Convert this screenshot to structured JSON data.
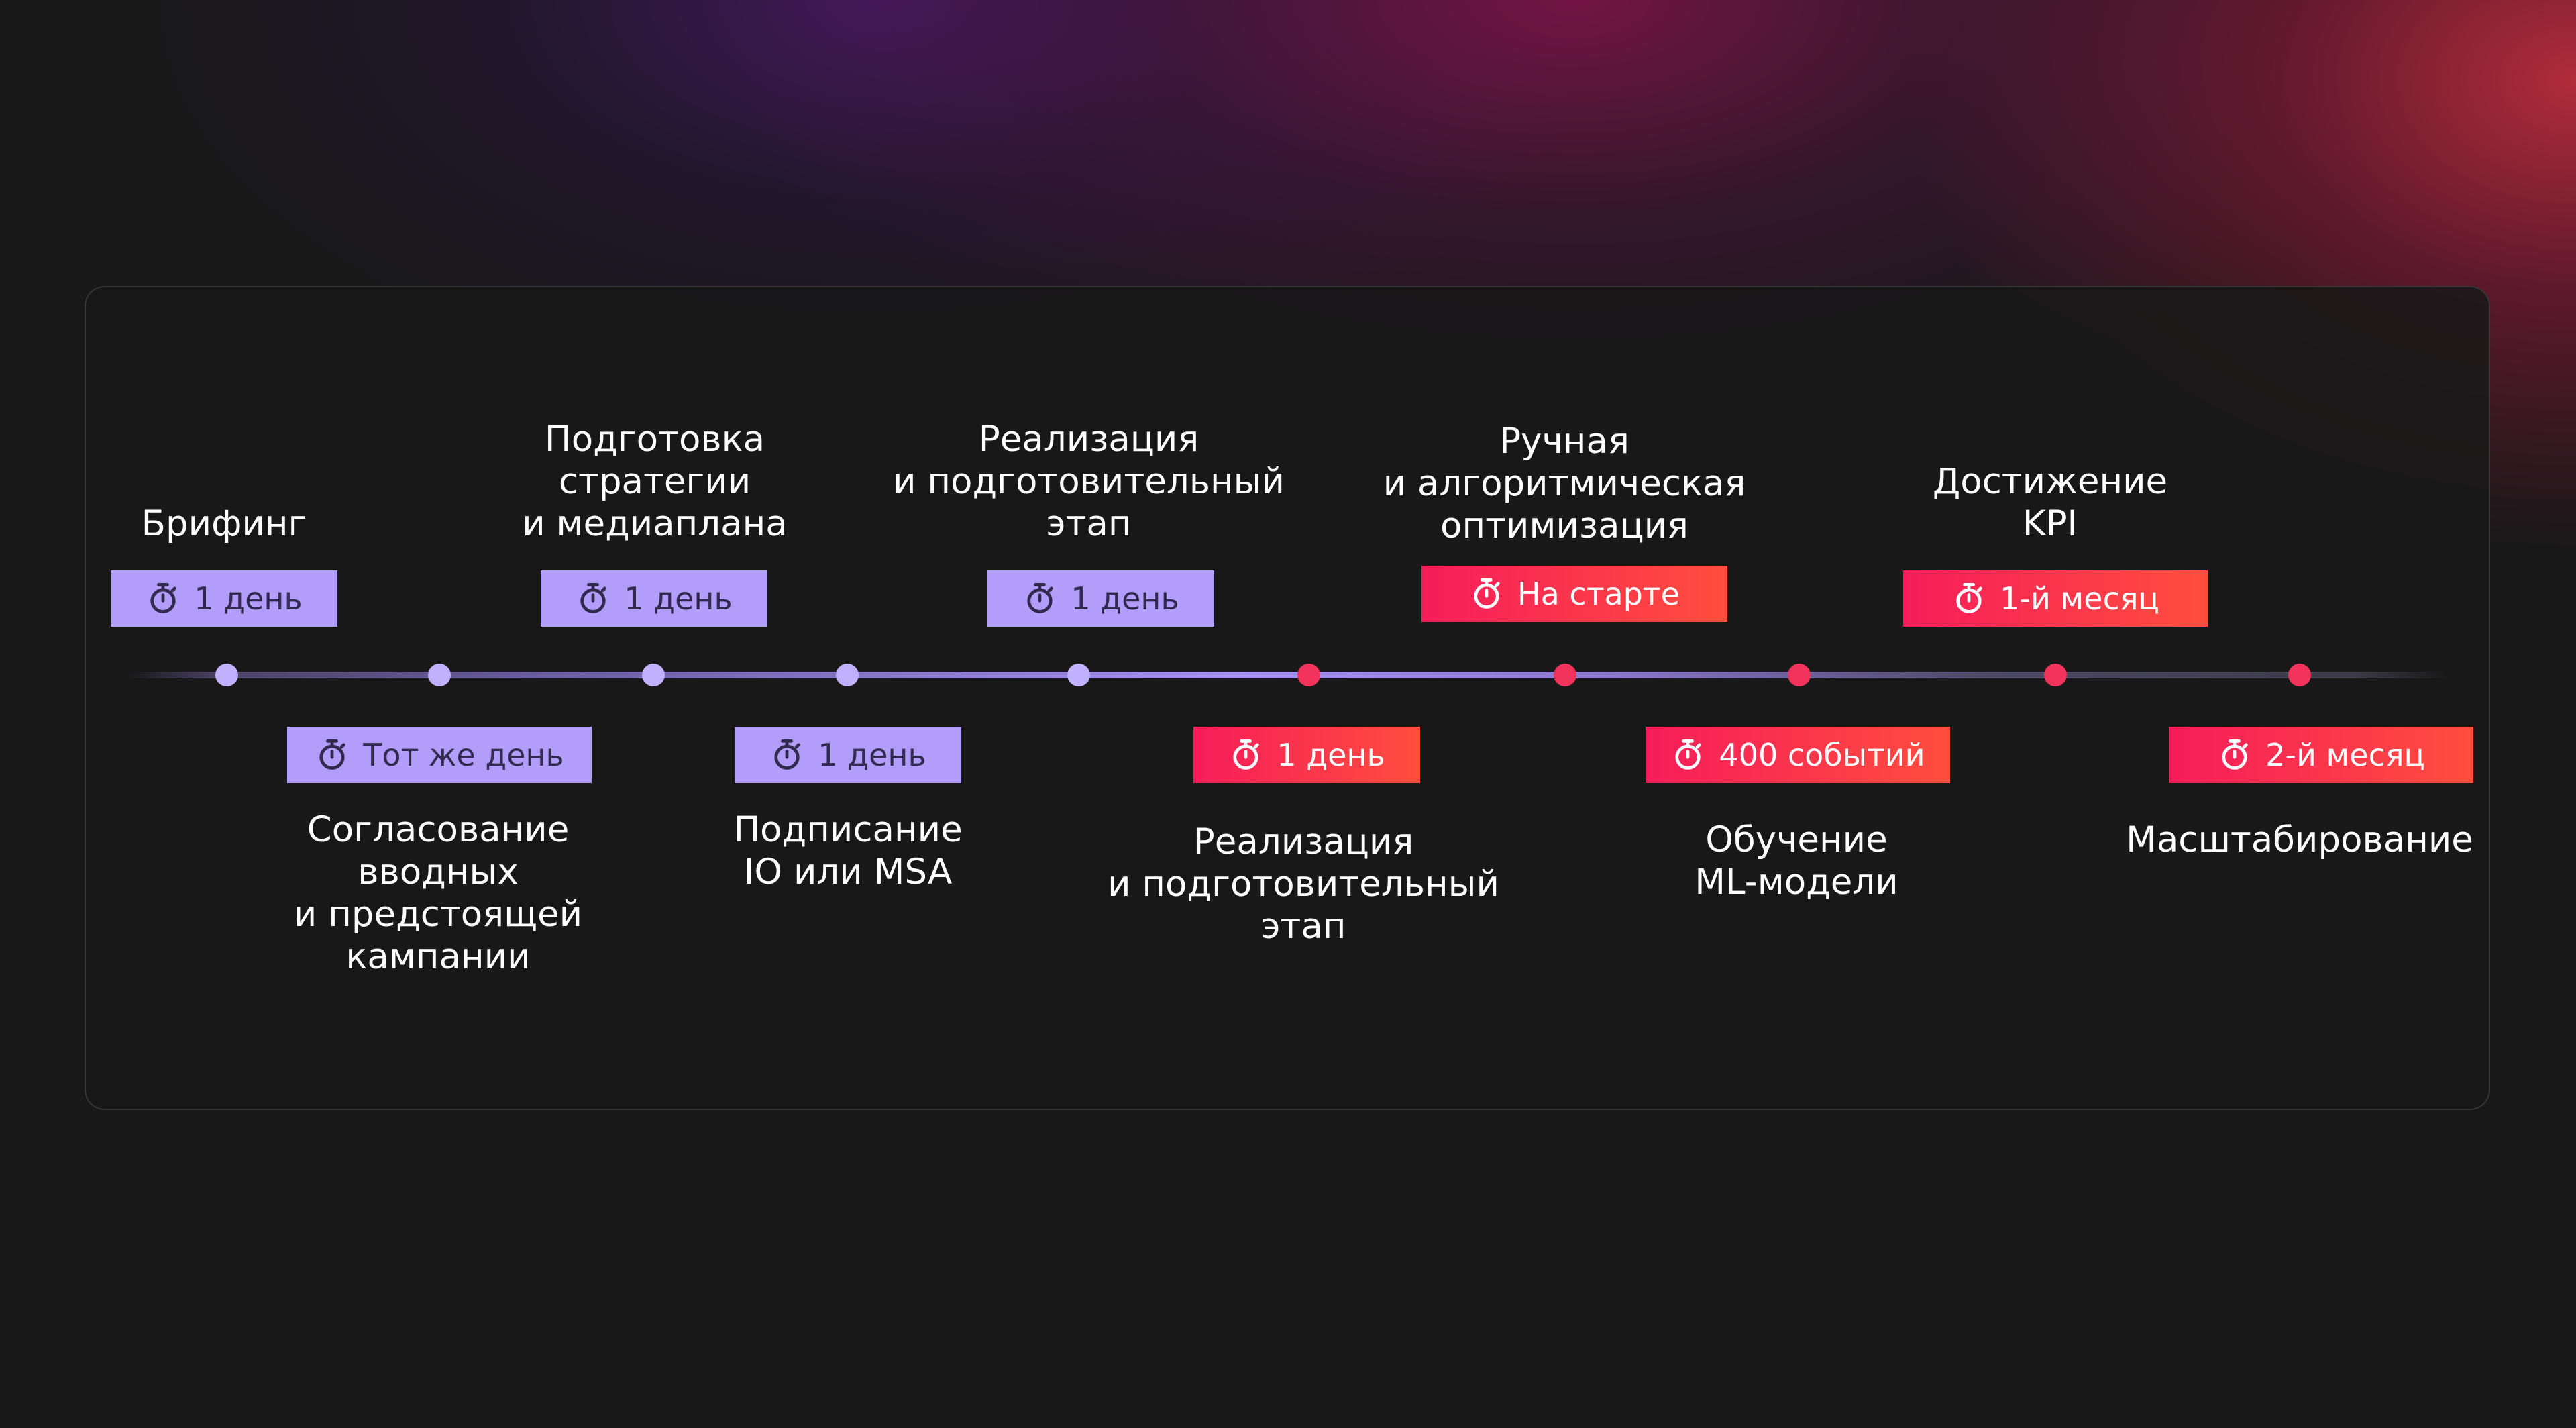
{
  "colors": {
    "purple_accent": "#b39dfa",
    "purple_dot": "#c0b1ff",
    "red_accent": "#f61c5a",
    "red_dot": "#f2345c",
    "text": "#ffffff"
  },
  "icons": {
    "timer": "stopwatch-icon"
  },
  "steps": [
    {
      "title": "Брифинг",
      "badge": "1 день",
      "tone": "purple",
      "side": "top"
    },
    {
      "title": "Согласование\nвводных\nи предстоящей\nкампании",
      "badge": "Тот же день",
      "tone": "purple",
      "side": "bottom"
    },
    {
      "title": "Подготовка\nстратегии\nи медиаплана",
      "badge": "1 день",
      "tone": "purple",
      "side": "top"
    },
    {
      "title": "Подписание\nIO или MSA",
      "badge": "1 день",
      "tone": "purple",
      "side": "bottom"
    },
    {
      "title": "Реализация\nи подготовительный\nэтап",
      "badge": "1 день",
      "tone": "purple",
      "side": "top"
    },
    {
      "title": "Реализация\nи подготовительный\nэтап",
      "badge": "1 день",
      "tone": "red",
      "side": "bottom"
    },
    {
      "title": "Ручная\nи алгоритмическая\nоптимизация",
      "badge": "На старте",
      "tone": "red",
      "side": "top"
    },
    {
      "title": "Обучение\nML-модели",
      "badge": "400 событий",
      "tone": "red",
      "side": "bottom"
    },
    {
      "title": "Достижение\nKPI",
      "badge": "1-й месяц",
      "tone": "red",
      "side": "top"
    },
    {
      "title": "Масштабирование",
      "badge": "2-й месяц",
      "tone": "red",
      "side": "bottom"
    }
  ]
}
